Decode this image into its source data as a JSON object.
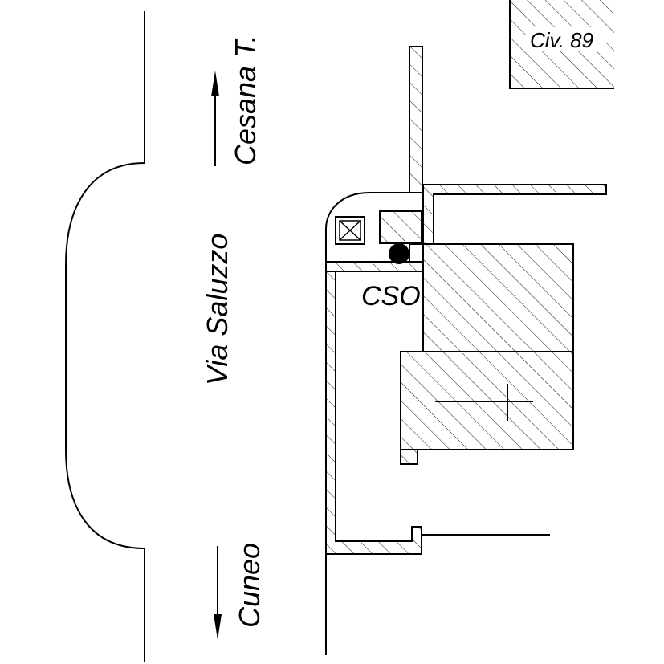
{
  "labels": {
    "civic_number": "Civ. 89",
    "street_name": "Via Saluzzo",
    "direction_north": "Cesana T.",
    "direction_south": "Cuneo",
    "marker_label": "CSO"
  },
  "colors": {
    "line": "#000000",
    "background": "#ffffff",
    "hatch": "#000000"
  }
}
